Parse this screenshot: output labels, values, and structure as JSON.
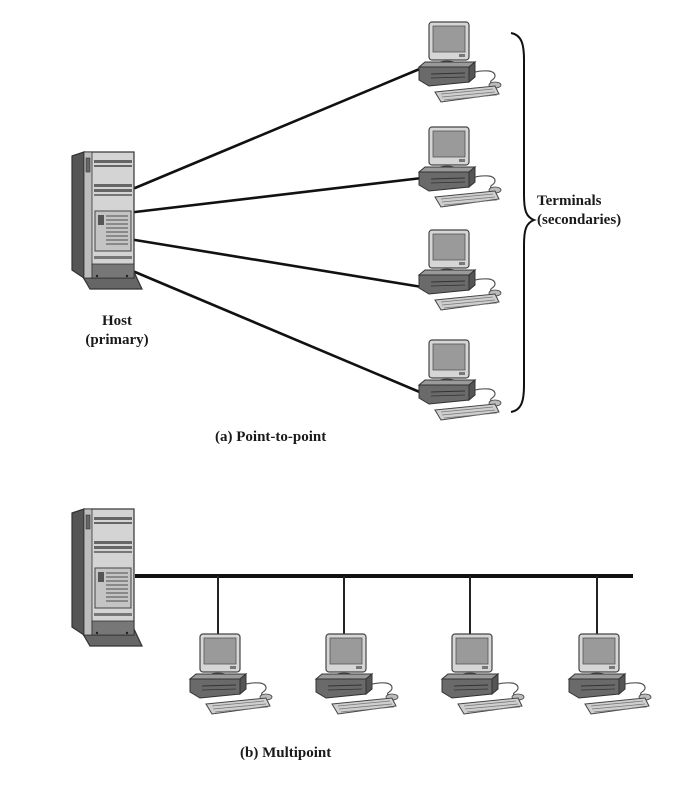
{
  "diagram": {
    "title": "Point-to-point and multipoint line configurations",
    "part_a": {
      "caption": "(a) Point-to-point",
      "host": {
        "label_line1": "Host",
        "label_line2": "(primary)",
        "icon": "server-tower-icon"
      },
      "terminals_group": {
        "label_line1": "Terminals",
        "label_line2": "(secondaries)"
      },
      "terminal_count": 4,
      "terminals": [
        {
          "name": "terminal-1",
          "icon": "desktop-computer-icon"
        },
        {
          "name": "terminal-2",
          "icon": "desktop-computer-icon"
        },
        {
          "name": "terminal-3",
          "icon": "desktop-computer-icon"
        },
        {
          "name": "terminal-4",
          "icon": "desktop-computer-icon"
        }
      ],
      "links": [
        "host-terminal-1",
        "host-terminal-2",
        "host-terminal-3",
        "host-terminal-4"
      ]
    },
    "part_b": {
      "caption": "(b) Multipoint",
      "host": {
        "icon": "server-tower-icon"
      },
      "bus": "shared-line",
      "terminal_count": 4,
      "terminals": [
        {
          "name": "terminal-1",
          "icon": "desktop-computer-icon"
        },
        {
          "name": "terminal-2",
          "icon": "desktop-computer-icon"
        },
        {
          "name": "terminal-3",
          "icon": "desktop-computer-icon"
        },
        {
          "name": "terminal-4",
          "icon": "desktop-computer-icon"
        }
      ]
    },
    "colors": {
      "line": "#111111",
      "device_dark": "#555555",
      "device_mid": "#8a8a8a",
      "device_light": "#c9c9c9",
      "screen": "#9a9a9a",
      "text": "#1a1a1a"
    }
  }
}
